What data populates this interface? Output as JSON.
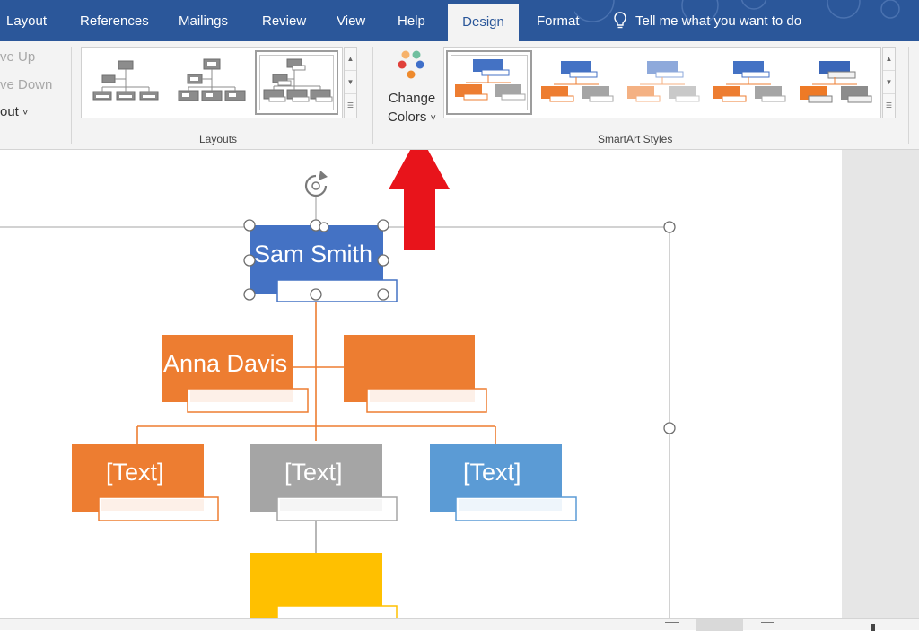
{
  "tabs": [
    {
      "label": "Layout"
    },
    {
      "label": "References"
    },
    {
      "label": "Mailings"
    },
    {
      "label": "Review"
    },
    {
      "label": "View"
    },
    {
      "label": "Help"
    },
    {
      "label": "Design",
      "active": true
    },
    {
      "label": "Format"
    }
  ],
  "tell_me": {
    "text": "Tell me what you want to do",
    "icon": "lightbulb-icon"
  },
  "ribbon": {
    "create_graphic": {
      "move_up": "ve Up",
      "move_down": "ve Down",
      "layout": "out",
      "layout_chevron": "˅"
    },
    "layouts": {
      "label": "Layouts",
      "selected_index": 2
    },
    "change_colors": {
      "line1": "Change",
      "line2": "Colors",
      "chevron": "˅"
    },
    "smartart_styles": {
      "label": "SmartArt Styles",
      "selected_index": 0
    }
  },
  "org_chart": {
    "top": {
      "text": "Sam Smith",
      "color": "#4472c4",
      "selected": true
    },
    "assistants": [
      {
        "text": "Anna Davis",
        "color": "#ed7d31"
      },
      {
        "text": "",
        "color": "#ed7d31"
      }
    ],
    "subordinates": [
      {
        "text": "[Text]",
        "color": "#ed7d31"
      },
      {
        "text": "[Text]",
        "color": "#a5a5a5"
      },
      {
        "text": "[Text]",
        "color": "#5b9bd5"
      }
    ],
    "bottom": {
      "text": "",
      "color": "#ffc000"
    },
    "line_color": "#ed7d31"
  },
  "annotation": {
    "arrow_color": "#e8141b"
  },
  "colors": {
    "accent": "#2b579a",
    "ribbon_bg": "#f3f3f3"
  }
}
